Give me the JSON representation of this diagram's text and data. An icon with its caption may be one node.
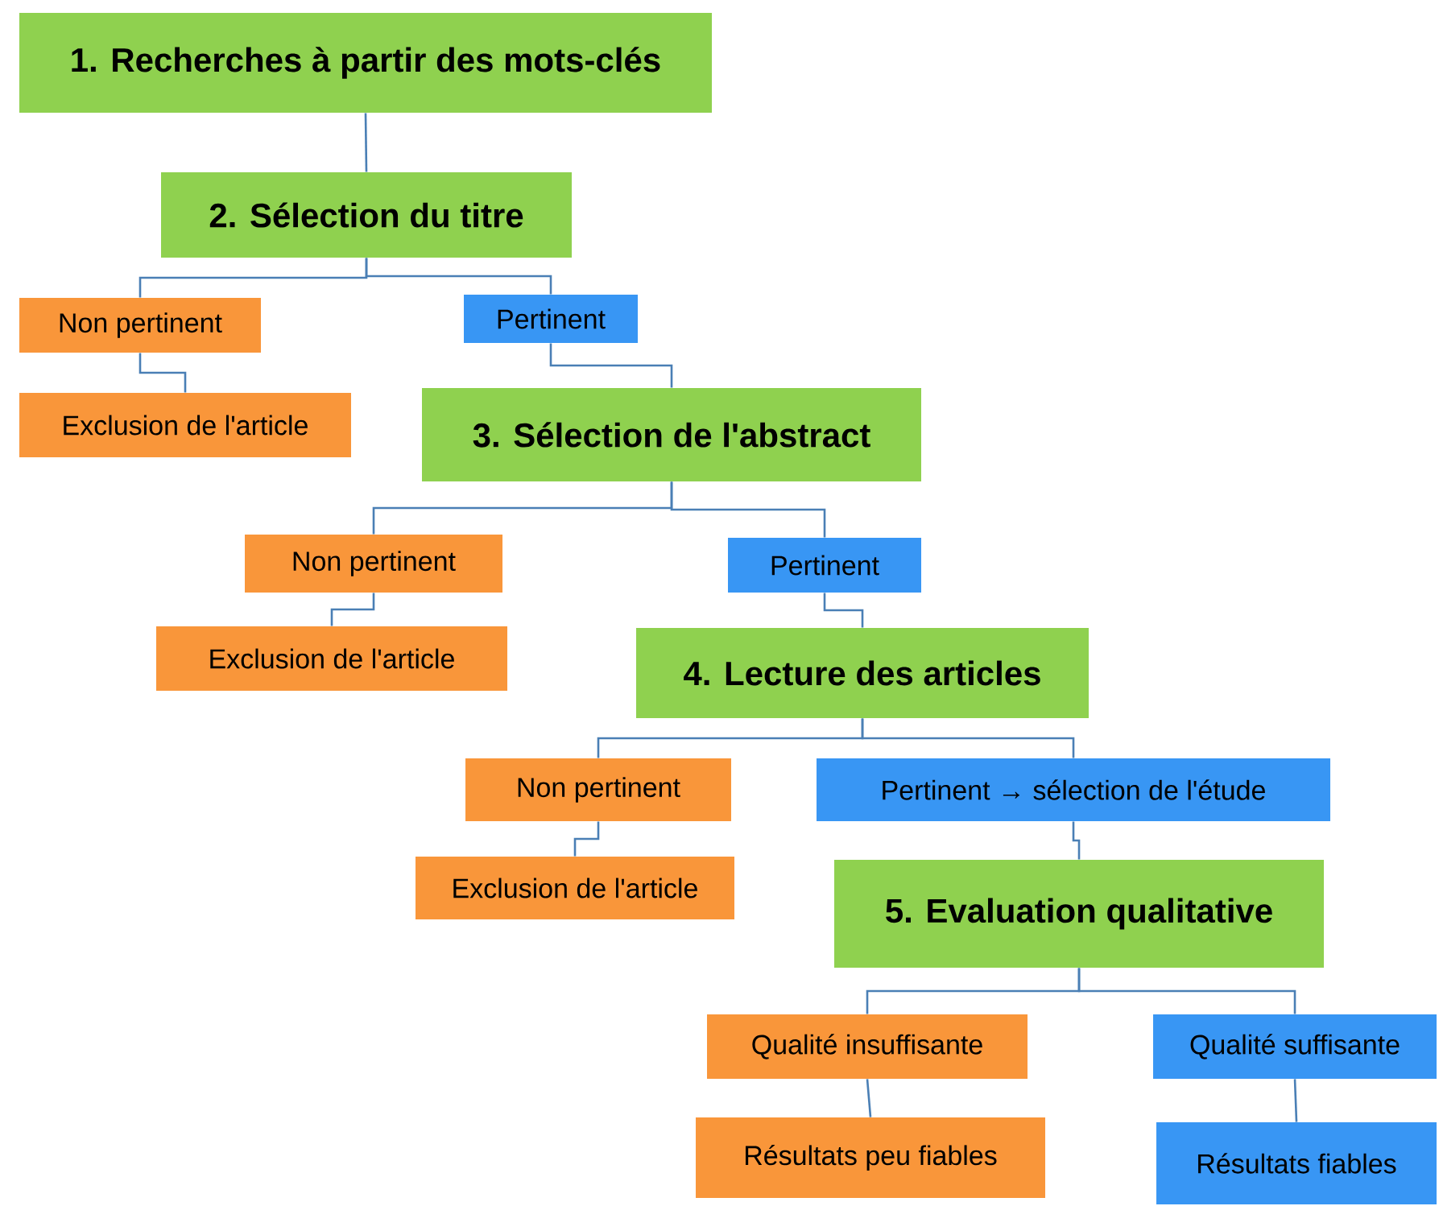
{
  "diagram": {
    "nodes": [
      {
        "text": [
          "1. Recherches à partir des mots-clés"
        ]
      },
      {
        "text": [
          "2. Sélection du titre"
        ]
      },
      {
        "text": [
          "Non pertinent"
        ]
      },
      {
        "text": [
          "Pertinent"
        ]
      },
      {
        "text": [
          "Exclusion de l'article"
        ]
      },
      {
        "text": [
          "3. Sélection de l'abstract"
        ]
      },
      {
        "text": [
          "Non pertinent"
        ]
      },
      {
        "text": [
          "Pertinent"
        ]
      },
      {
        "text": [
          "Exclusion de l'article"
        ]
      },
      {
        "text": [
          "4. Lecture des articles"
        ]
      },
      {
        "text": [
          "Non pertinent"
        ]
      },
      {
        "text": [
          "Pertinent → sélection de l'étude"
        ]
      },
      {
        "text": [
          "Exclusion de l'article"
        ]
      },
      {
        "text": [
          "5. Evaluation qualitative"
        ]
      },
      {
        "text": [
          "Qualité insuffisante"
        ]
      },
      {
        "text": [
          "Qualité suffisante"
        ]
      },
      {
        "text": [
          "Résultats peu fiables"
        ]
      },
      {
        "text": [
          "Résultats fiables"
        ]
      }
    ],
    "edges": [
      {
        "from": 0,
        "to": 1,
        "arrow": "none"
      },
      {
        "from": 1,
        "to": 2,
        "arrow": "none"
      },
      {
        "from": 1,
        "to": 3,
        "arrow": "none"
      },
      {
        "from": 2,
        "to": 4,
        "arrow": "none"
      },
      {
        "from": 3,
        "to": 5,
        "arrow": "none"
      },
      {
        "from": 5,
        "to": 6,
        "arrow": "none"
      },
      {
        "from": 5,
        "to": 7,
        "arrow": "none"
      },
      {
        "from": 6,
        "to": 8,
        "arrow": "none"
      },
      {
        "from": 7,
        "to": 9,
        "arrow": "none"
      },
      {
        "from": 9,
        "to": 10,
        "arrow": "none"
      },
      {
        "from": 9,
        "to": 11,
        "arrow": "none"
      },
      {
        "from": 10,
        "to": 12,
        "arrow": "none"
      },
      {
        "from": 11,
        "to": 13,
        "arrow": "none"
      },
      {
        "from": 13,
        "to": 14,
        "arrow": "none"
      },
      {
        "from": 13,
        "to": 15,
        "arrow": "none"
      },
      {
        "from": 14,
        "to": 16,
        "arrow": "none"
      },
      {
        "from": 15,
        "to": 17,
        "arrow": "none"
      }
    ]
  }
}
